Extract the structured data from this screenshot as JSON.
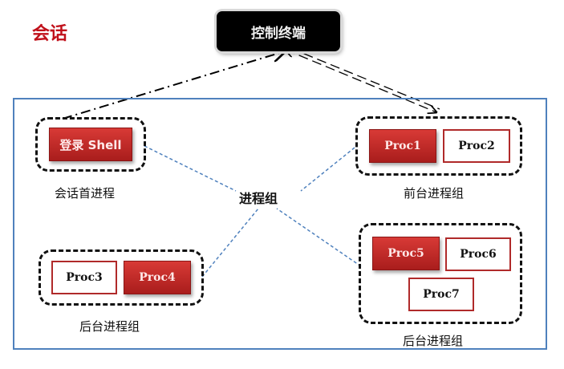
{
  "title": "会话",
  "terminal": {
    "label": "控制终端"
  },
  "center_label": "进程组",
  "groups": {
    "session_leader": {
      "process": "登录 Shell",
      "caption": "会话首进程"
    },
    "foreground": {
      "processes": [
        "Proc1",
        "Proc2"
      ],
      "caption": "前台进程组"
    },
    "background_left": {
      "processes": [
        "Proc3",
        "Proc4"
      ],
      "caption": "后台进程组"
    },
    "background_right": {
      "processes": [
        "Proc5",
        "Proc6",
        "Proc7"
      ],
      "caption": "后台进程组"
    }
  },
  "colors": {
    "title": "#c0101a",
    "session_border": "#4f81bd",
    "connector": "#4f81bd",
    "process_active": "#c0282a",
    "terminal_bg": "#000000"
  }
}
